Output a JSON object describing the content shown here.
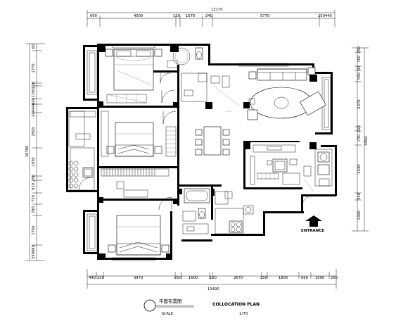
{
  "dimensions": {
    "top_total": "13170",
    "top_segments": [
      "690",
      "4000",
      "120",
      "1670",
      "240",
      "5770",
      "250440"
    ],
    "bottom_segments": [
      "440",
      "250",
      "3970",
      "250",
      "1600",
      "100",
      "2670",
      "250",
      "1800",
      "660",
      "1000",
      "250"
    ],
    "bottom_total": "13490",
    "left_total": "10760",
    "left_segments": [
      "60",
      "1770",
      "120",
      "1190",
      "240",
      "240440",
      "2500",
      "1930",
      "250",
      "910",
      "730",
      "790",
      "1750",
      "250490"
    ],
    "right_total": "9900",
    "right_segments": [
      "250",
      "760",
      "90",
      "550",
      "2370",
      "250",
      "730",
      "2540",
      "350",
      "1390"
    ]
  },
  "labels": {
    "entrance": "ENTRANCE",
    "title_cn": "平面布置图",
    "title_en": "COLLOCATION PLAN",
    "scale_label": "SCALE:",
    "scale_value": "1/70"
  }
}
